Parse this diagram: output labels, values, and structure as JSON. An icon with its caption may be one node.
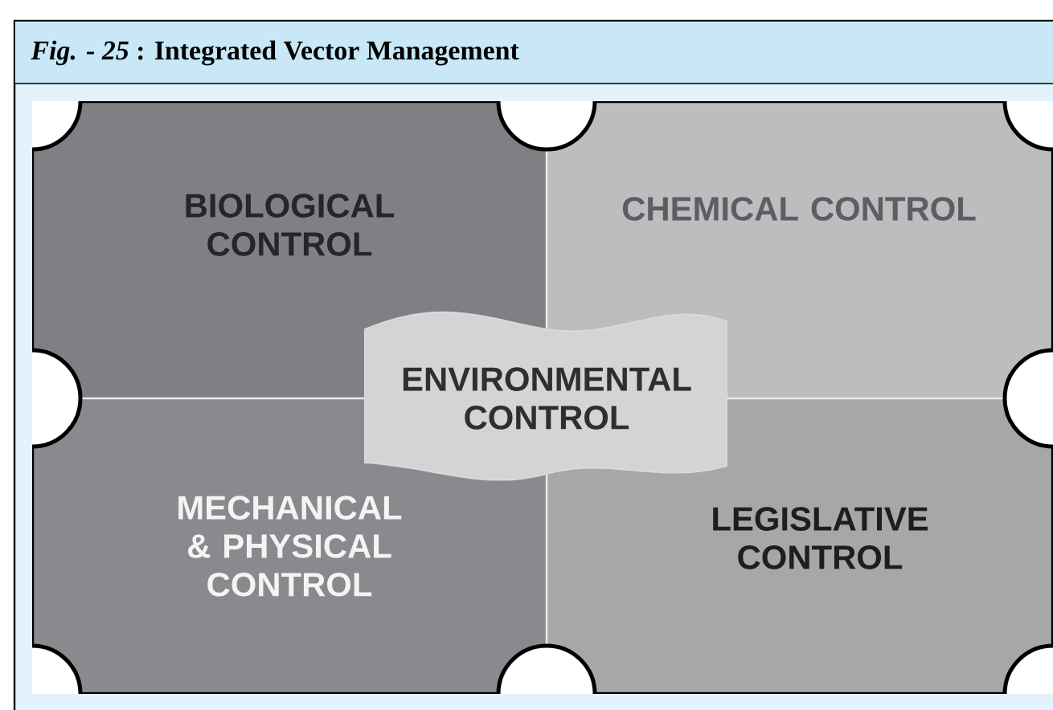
{
  "diagram": {
    "title": "*Fig. - 25* : Integrated Vector Management",
    "nodes": [
      {
        "text": [
          "BIOLOGICAL CONTROL"
        ]
      },
      {
        "text": [
          "CHEMICAL CONTROL"
        ]
      },
      {
        "text": [
          "ENVIRONMENTAL CONTROL"
        ]
      },
      {
        "text": [
          "MECHANICAL & PHYSICAL CONTROL"
        ]
      },
      {
        "text": [
          "LEGISLATIVE CONTROL"
        ]
      }
    ]
  }
}
